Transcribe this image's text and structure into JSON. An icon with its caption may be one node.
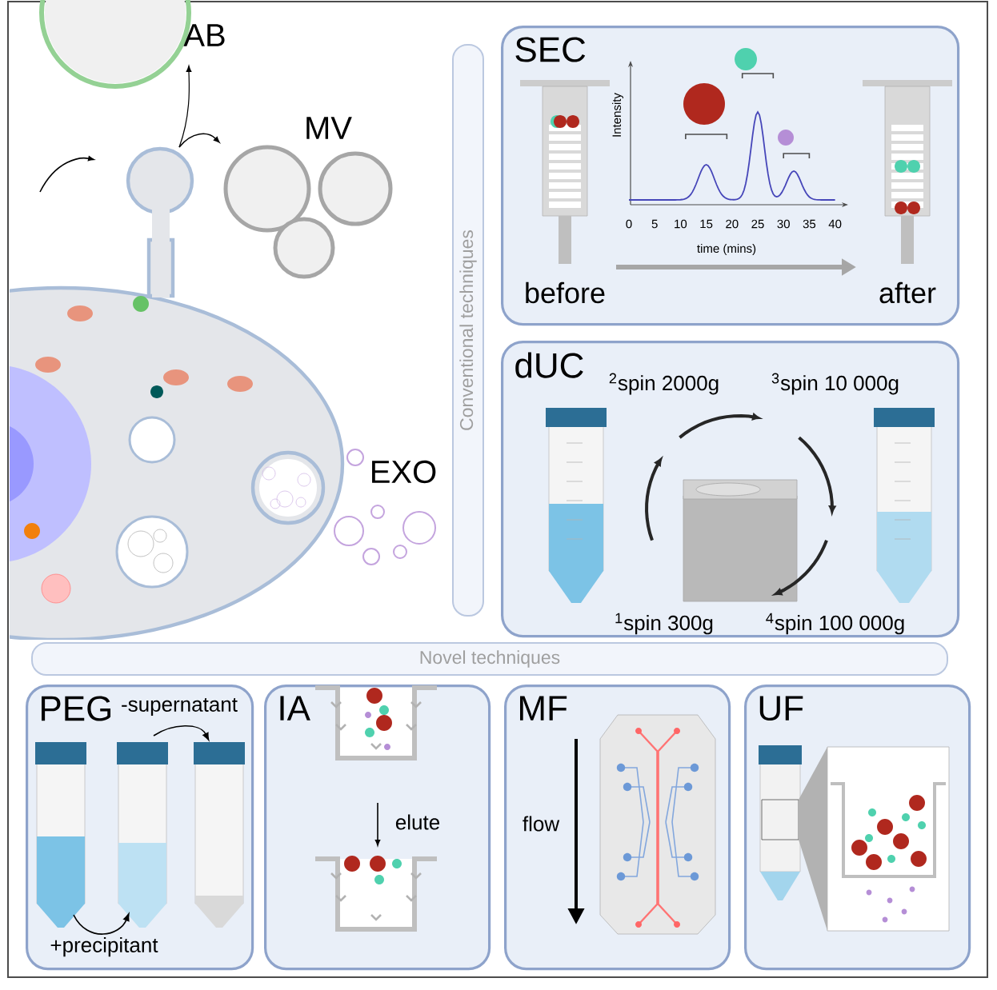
{
  "diagram": {
    "nodes": [
      {
        "text": [
          "SEC",
          "before",
          "after"
        ]
      },
      {
        "text": [
          "dUC"
        ]
      },
      {
        "text": [
          "Conventional techniques"
        ]
      },
      {
        "text": [
          "Novel techniques"
        ]
      },
      {
        "text": [
          "PEG"
        ]
      },
      {
        "text": [
          "IA"
        ]
      },
      {
        "text": [
          "MF"
        ]
      },
      {
        "text": [
          "UF"
        ]
      }
    ],
    "labels": [
      "AB",
      "MV",
      "EXO",
      "Intensity",
      "0",
      "5",
      "10",
      "15",
      "20",
      "25",
      "30",
      "35",
      "40",
      "time (mins)",
      "$^{2}$spin 2000g",
      "$^{3}$spin 10 000g",
      "$^{1}$spin 300g",
      "$^{4}$spin 100 000g",
      "-supernatant",
      "+precipitant",
      "elute",
      "flow"
    ]
  }
}
